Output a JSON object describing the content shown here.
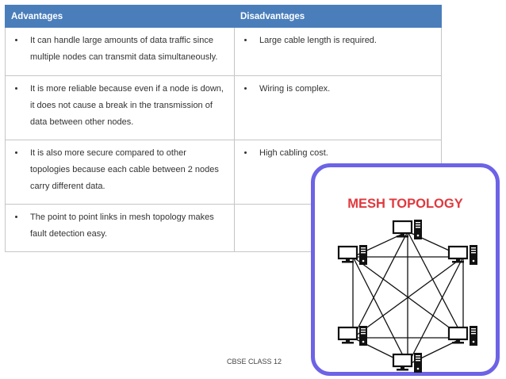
{
  "table": {
    "headers": {
      "advantages": "Advantages",
      "disadvantages": "Disadvantages"
    },
    "rows": [
      {
        "advantage": "It can handle large amounts of data traffic since multiple nodes can transmit data simultaneously.",
        "disadvantage": "Large cable length is required."
      },
      {
        "advantage": "It is more reliable because even if a node is down, it does not cause a break in the transmission of data between other nodes.",
        "disadvantage": "Wiring is complex."
      },
      {
        "advantage": "It is also more secure compared to other topologies because each cable between 2 nodes carry different data.",
        "disadvantage": "High cabling cost."
      },
      {
        "advantage": "The point to point links in mesh topology makes fault detection easy.",
        "disadvantage": ""
      }
    ]
  },
  "footer_text": "CBSE CLASS 12",
  "mesh_card": {
    "title": "MESH TOPOLOGY",
    "node_icon": "computer-icon",
    "node_count": 6,
    "colors": {
      "border": "#6c63e6",
      "title": "#e0393e",
      "header": "#4a7ebb"
    }
  }
}
